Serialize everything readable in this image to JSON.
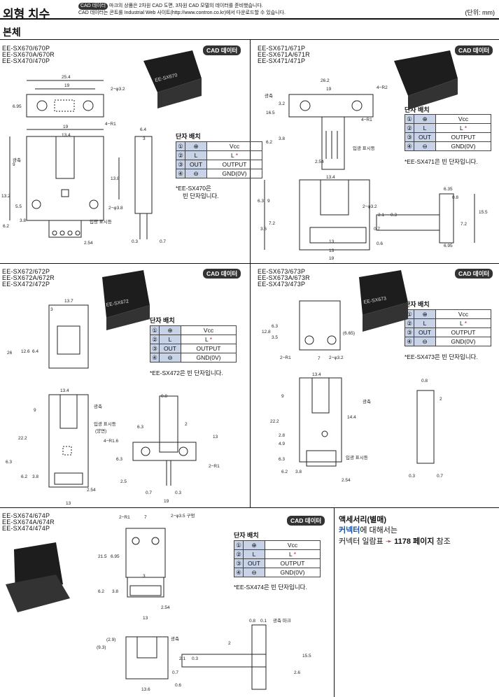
{
  "header": {
    "title": "외형 치수",
    "cad_tag": "CAD 데이터",
    "note_line1": "마크의 상품은 2차원 CAD 도면, 3차원 CAD 모델의 데이터를 준비했습니다.",
    "note_line2": "CAD 데이터는 콘트롤 Industrial Web 사이트(http://www.contron.co.kr)에서 다운로드할 수 있습니다.",
    "unit": "(단위: mm)",
    "section": "본체"
  },
  "pin_header": "단자 배치",
  "cad_button": "CAD 데이터",
  "pins": [
    {
      "num": "①",
      "sym": "⊕",
      "name": "Vcc",
      "star": ""
    },
    {
      "num": "②",
      "sym": "L",
      "name": "L",
      "star": "*"
    },
    {
      "num": "③",
      "sym": "OUT",
      "name": "OUTPUT",
      "star": ""
    },
    {
      "num": "④",
      "sym": "⊖",
      "name": "GND(0V)",
      "star": ""
    }
  ],
  "panels": [
    {
      "models": [
        "EE-SX670/670P",
        "EE-SX670A/670R",
        "EE-SX470/470P"
      ],
      "note1": "*EE-SX470은",
      "note2": "빈 단자입니다.",
      "sensor_label": "EE-SX670"
    },
    {
      "models": [
        "EE-SX671/671P",
        "EE-SX671A/671R",
        "EE-SX471/471P"
      ],
      "note1": "*EE-SX471은 빈 단자입니다.",
      "note2": "",
      "sensor_label": ""
    },
    {
      "models": [
        "EE-SX672/672P",
        "EE-SX672A/672R",
        "EE-SX472/472P"
      ],
      "note1": "*EE-SX472은 빈 단자입니다.",
      "note2": "",
      "sensor_label": "EE-SX672"
    },
    {
      "models": [
        "EE-SX673/673P",
        "EE-SX673A/673R",
        "EE-SX473/473P"
      ],
      "note1": "*EE-SX473은 빈 단자입니다.",
      "note2": "",
      "sensor_label": "EE-SX673"
    },
    {
      "models": [
        "EE-SX674/674P",
        "EE-SX674A/674R",
        "EE-SX474/474P"
      ],
      "note1": "*EE-SX474은 빈 단자입니다.",
      "note2": "",
      "sensor_label": ""
    }
  ],
  "accessory": {
    "heading": "액세서리(별매)",
    "connector": "커넥터",
    "connector_suffix": "에 대해서는",
    "ref_prefix": "커넥터 일람표",
    "ref_arrow": "➛",
    "ref_page": "1178 페이지",
    "ref_suffix": "참조"
  },
  "dims": {
    "p1": {
      "w1": "25.4",
      "w2": "19",
      "hole": "2−φ3.2",
      "r": "4−R1",
      "d695": "6.95",
      "w3": "19",
      "w4": "13.4",
      "d64": "6.4",
      "d3": "3",
      "d9": "9",
      "d138": "13.8",
      "d132": "13.2",
      "d55": "5.5",
      "d38": "3.8",
      "d62": "6.2",
      "d254": "2.54",
      "hole2": "2−φ3.8",
      "d03": "0.3",
      "d07": "0.7",
      "lbl_light": "광축",
      "lbl_ind": "입광 표시등"
    },
    "p2": {
      "w1": "26.2",
      "w2": "19",
      "r2": "4−R2",
      "r1": "4−R1",
      "d32": "3.2",
      "d165": "16.5",
      "d38": "3.8",
      "d62": "6.2",
      "d254": "2.54",
      "w3": "13.4",
      "d63": "6.3",
      "d9": "9",
      "d72": "7.2",
      "d36": "3.6",
      "hole": "2−φ3.2",
      "d21": "2.1",
      "d03": "0.3",
      "d07": "0.7",
      "d06": "0.6",
      "d13a": "13",
      "d13b": "13",
      "d19": "19",
      "d635": "6.35",
      "d08": "0.8",
      "d155": "15.5",
      "d72b": "7.2",
      "d695": "6.95",
      "lbl_light": "광축",
      "lbl_ind": "입광 표시등"
    },
    "p3": {
      "w1": "13.7",
      "d3": "3",
      "d26": "26",
      "d126": "12.6",
      "d64": "6.4",
      "w2": "13.4",
      "d9": "9",
      "d222": "22.2",
      "d63": "6.3",
      "d62": "6.2",
      "d38": "3.8",
      "d254": "2.54",
      "d13": "13",
      "lbl_light": "광축",
      "lbl_ind": "입광 표시등",
      "lbl_ind2": "(양면)",
      "r16": "4−R1.6",
      "d63b": "6.3",
      "d08": "0.8",
      "d2": "2",
      "d13b": "13",
      "d63c": "6.3",
      "r1": "2−R1",
      "d25": "2.5",
      "d07": "0.7",
      "d03": "0.3",
      "d19": "19"
    },
    "p4": {
      "d63": "6.3",
      "d128": "12.8",
      "d35": "3.5",
      "d665": "(6.65)",
      "d7": "7",
      "r1": "2−R1",
      "hole": "2−φ3.2",
      "w1": "13.4",
      "d9": "9",
      "d222": "22.2",
      "d28": "2.8",
      "d49": "4.9",
      "d63b": "6.3",
      "d144": "14.4",
      "d254": "2.54",
      "d62": "6.2",
      "d38": "3.8",
      "lbl_light": "광축",
      "lbl_ind": "입광 표시등",
      "d08": "0.8",
      "d2": "2",
      "d03": "0.3",
      "d07": "0.7"
    },
    "p5": {
      "r1": "2−R1",
      "d7": "7",
      "hole": "2−φ3.5 구멍",
      "d215": "21.5",
      "d695": "6.95",
      "d3": "3",
      "d62": "6.2",
      "d38": "3.8",
      "d254": "2.54",
      "d13": "13",
      "d08": "0.8",
      "d01": "0.1",
      "lbl_mark": "광축 마크",
      "d29": "(2.9)",
      "d93": "(9.3)",
      "lbl_light": "광축",
      "d2": "2",
      "d21": "2.1",
      "d03": "0.3",
      "d07": "0.7",
      "d06": "0.6",
      "d136": "13.6",
      "d155": "15.5",
      "d26": "2.6"
    }
  }
}
